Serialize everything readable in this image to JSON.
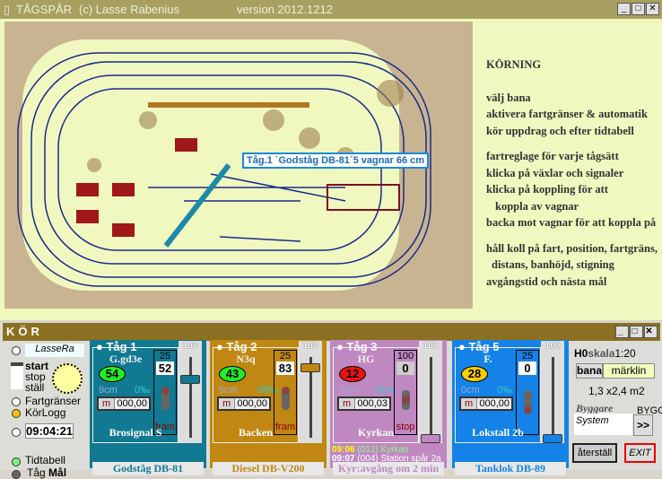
{
  "window": {
    "app": "TÅGSPÅR",
    "copyright": "(c) Lasse Rabenius",
    "version": "version 2012.1212"
  },
  "layout_callout": "Tåg.1 `Godståg DB-81´5 vagnar 66 cm",
  "help": {
    "heading": "KÖRNING",
    "lines": [
      "välj bana",
      "aktivera fartgränser & automatik",
      "kör uppdrag och efter tidtabell",
      "fartreglage för varje tågsätt",
      "klicka på växlar och signaler",
      "klicka på koppling för att",
      "   koppla av vagnar",
      "backa mot vagnar för att koppla på",
      "håll koll på fart, position, fartgräns,",
      "  distans, banhöjd, stigning",
      "avgångstid och nästa mål"
    ]
  },
  "kor": {
    "title": "KÖR",
    "user": "LasseRa",
    "start": "start",
    "stop": "stop",
    "stall": "ställ",
    "fartgranser": "Fartgränser",
    "korlogg": "KörLogg",
    "clock": "09:04:21",
    "tidtabell": "Tidtabell",
    "tag": "Tåg",
    "mal": "Mål"
  },
  "trains": [
    {
      "title": "Tåg 1",
      "code": "G.gd3e",
      "speed": "54",
      "dist": "9cm",
      "grad": "0‰",
      "meter_unit": "m",
      "meter": "000,00",
      "max": "25",
      "current": "52",
      "dir": "fram",
      "slider_max": "100",
      "station": "Brosignal S",
      "loco": "Godståg DB-81",
      "color": "#117a92",
      "speed_color": "#22ee22"
    },
    {
      "title": "Tåg 2",
      "code": "N3q",
      "speed": "43",
      "dist": "5cm",
      "grad": "-38‰",
      "meter_unit": "m",
      "meter": "000,00",
      "max": "25",
      "current": "83",
      "dir": "fram",
      "slider_max": "100",
      "station": "Backen",
      "loco": "Diesel DB-V200",
      "color": "#c08812",
      "speed_color": "#22ee22"
    },
    {
      "title": "Tåg 3",
      "code": "HG",
      "speed": "12",
      "dist": "1cm",
      "grad": "31‰",
      "meter_unit": "m",
      "meter": "000,03",
      "max": "100",
      "current": "0",
      "dir": "stop",
      "slider_max": "100",
      "station": "Kyrkan",
      "loco": "Kyr:avgång om 2 min",
      "color": "#c088c0",
      "speed_color": "#ee1111",
      "schedule": [
        {
          "time": "09:06",
          "text": "(012) Kyrkan"
        },
        {
          "time": "09:07",
          "text": "(004) Station spår 2a"
        }
      ]
    },
    {
      "title": "Tåg 5",
      "code": "F.",
      "speed": "28",
      "dist": "0cm",
      "grad": "0‰",
      "meter_unit": "m",
      "meter": "000,00",
      "max": "25",
      "current": "0",
      "dir": "",
      "slider_max": "100",
      "station": "Lokstall 2b",
      "loco": "Tanklok DB-89",
      "color": "#1482e6",
      "speed_color": "#ffcc00"
    }
  ],
  "side": {
    "scale_prefix": "H0",
    "scale_label": "skala",
    "scale": "1:20",
    "bana_btn": "bana",
    "bana_value": "märklin",
    "size": "1,3 x2,4 m2",
    "byggare_label": "Byggare",
    "byggare": "System",
    "bygg": "BYGG",
    "bygg_btn": ">>",
    "reset": "återställ",
    "exit": "EXIT"
  }
}
